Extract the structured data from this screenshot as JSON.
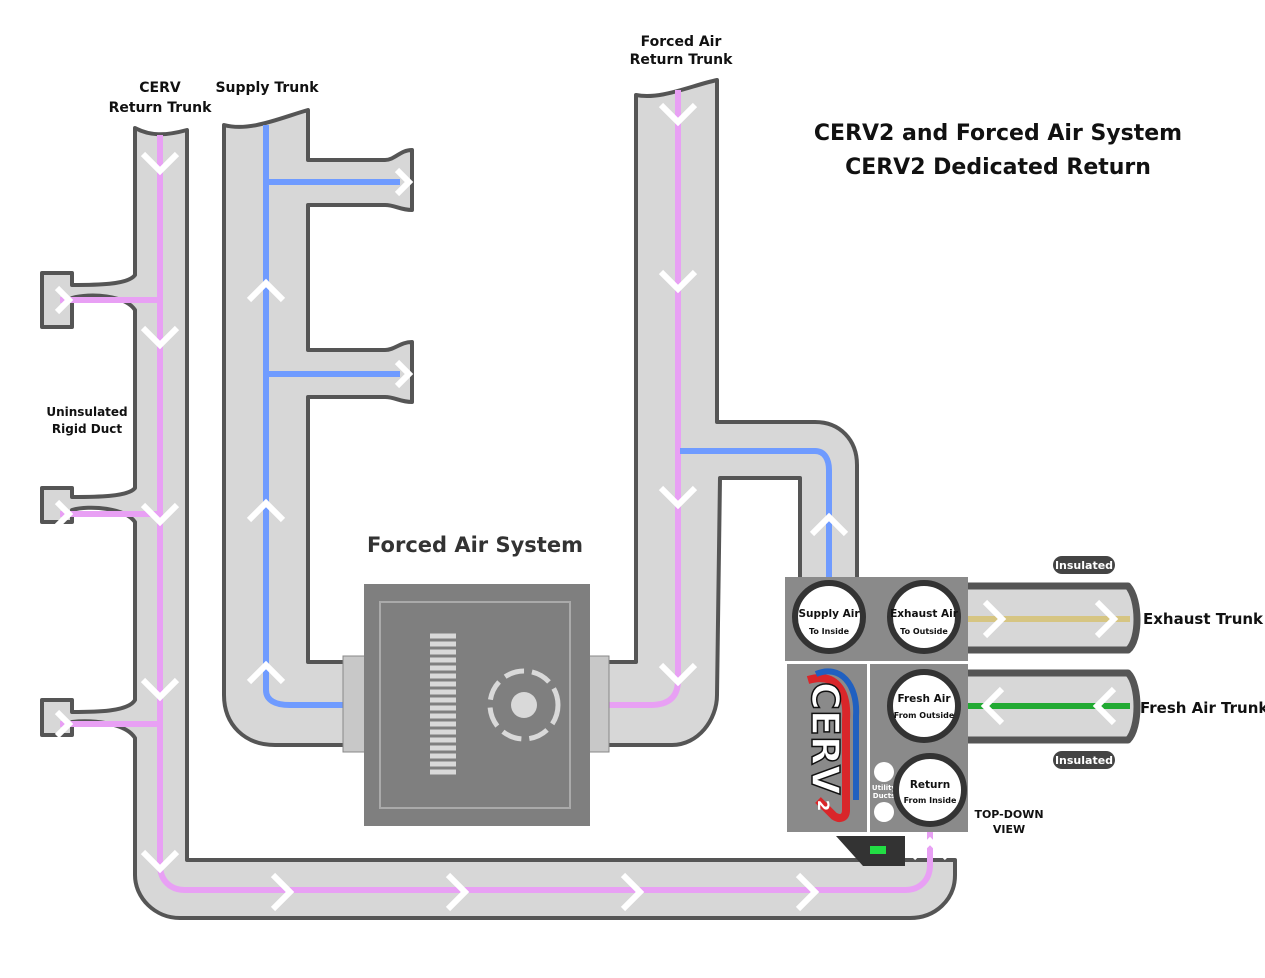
{
  "title": {
    "line1": "CERV2 and Forced Air System",
    "line2": "CERV2 Dedicated Return"
  },
  "labels": {
    "cerv_return_trunk_1": "CERV",
    "cerv_return_trunk_2": "Return Trunk",
    "supply_trunk": "Supply Trunk",
    "forced_air_return_1": "Forced Air",
    "forced_air_return_2": "Return Trunk",
    "uninsulated_1": "Uninsulated",
    "uninsulated_2": "Rigid Duct",
    "forced_air_system": "Forced Air System",
    "exhaust_trunk": "Exhaust Trunk",
    "fresh_air_trunk": "Fresh Air Trunk",
    "insulated_top": "Insulated",
    "insulated_bottom": "Insulated",
    "top_down_1": "TOP-DOWN",
    "top_down_2": "VIEW"
  },
  "ports": {
    "supply_air": {
      "title": "Supply Air",
      "sub": "To Inside"
    },
    "exhaust_air": {
      "title": "Exhaust Air",
      "sub": "To Outside"
    },
    "fresh_air": {
      "title": "Fresh Air",
      "sub": "From Outside"
    },
    "return": {
      "title": "Return",
      "sub": "From Inside"
    }
  },
  "utility_ducts": [
    "Utility",
    "Ducts"
  ],
  "logo_text": "CERV",
  "logo_sub": "2",
  "colors": {
    "duct_fill": "#d7d7d7",
    "duct_stroke": "#555555",
    "return_flow": "#e8a0f4",
    "supply_flow": "#6f9bff",
    "exhaust_flow": "#d6c582",
    "fresh_flow": "#22aa33",
    "unit_body": "#8a8a8a",
    "pill": "#444444"
  }
}
